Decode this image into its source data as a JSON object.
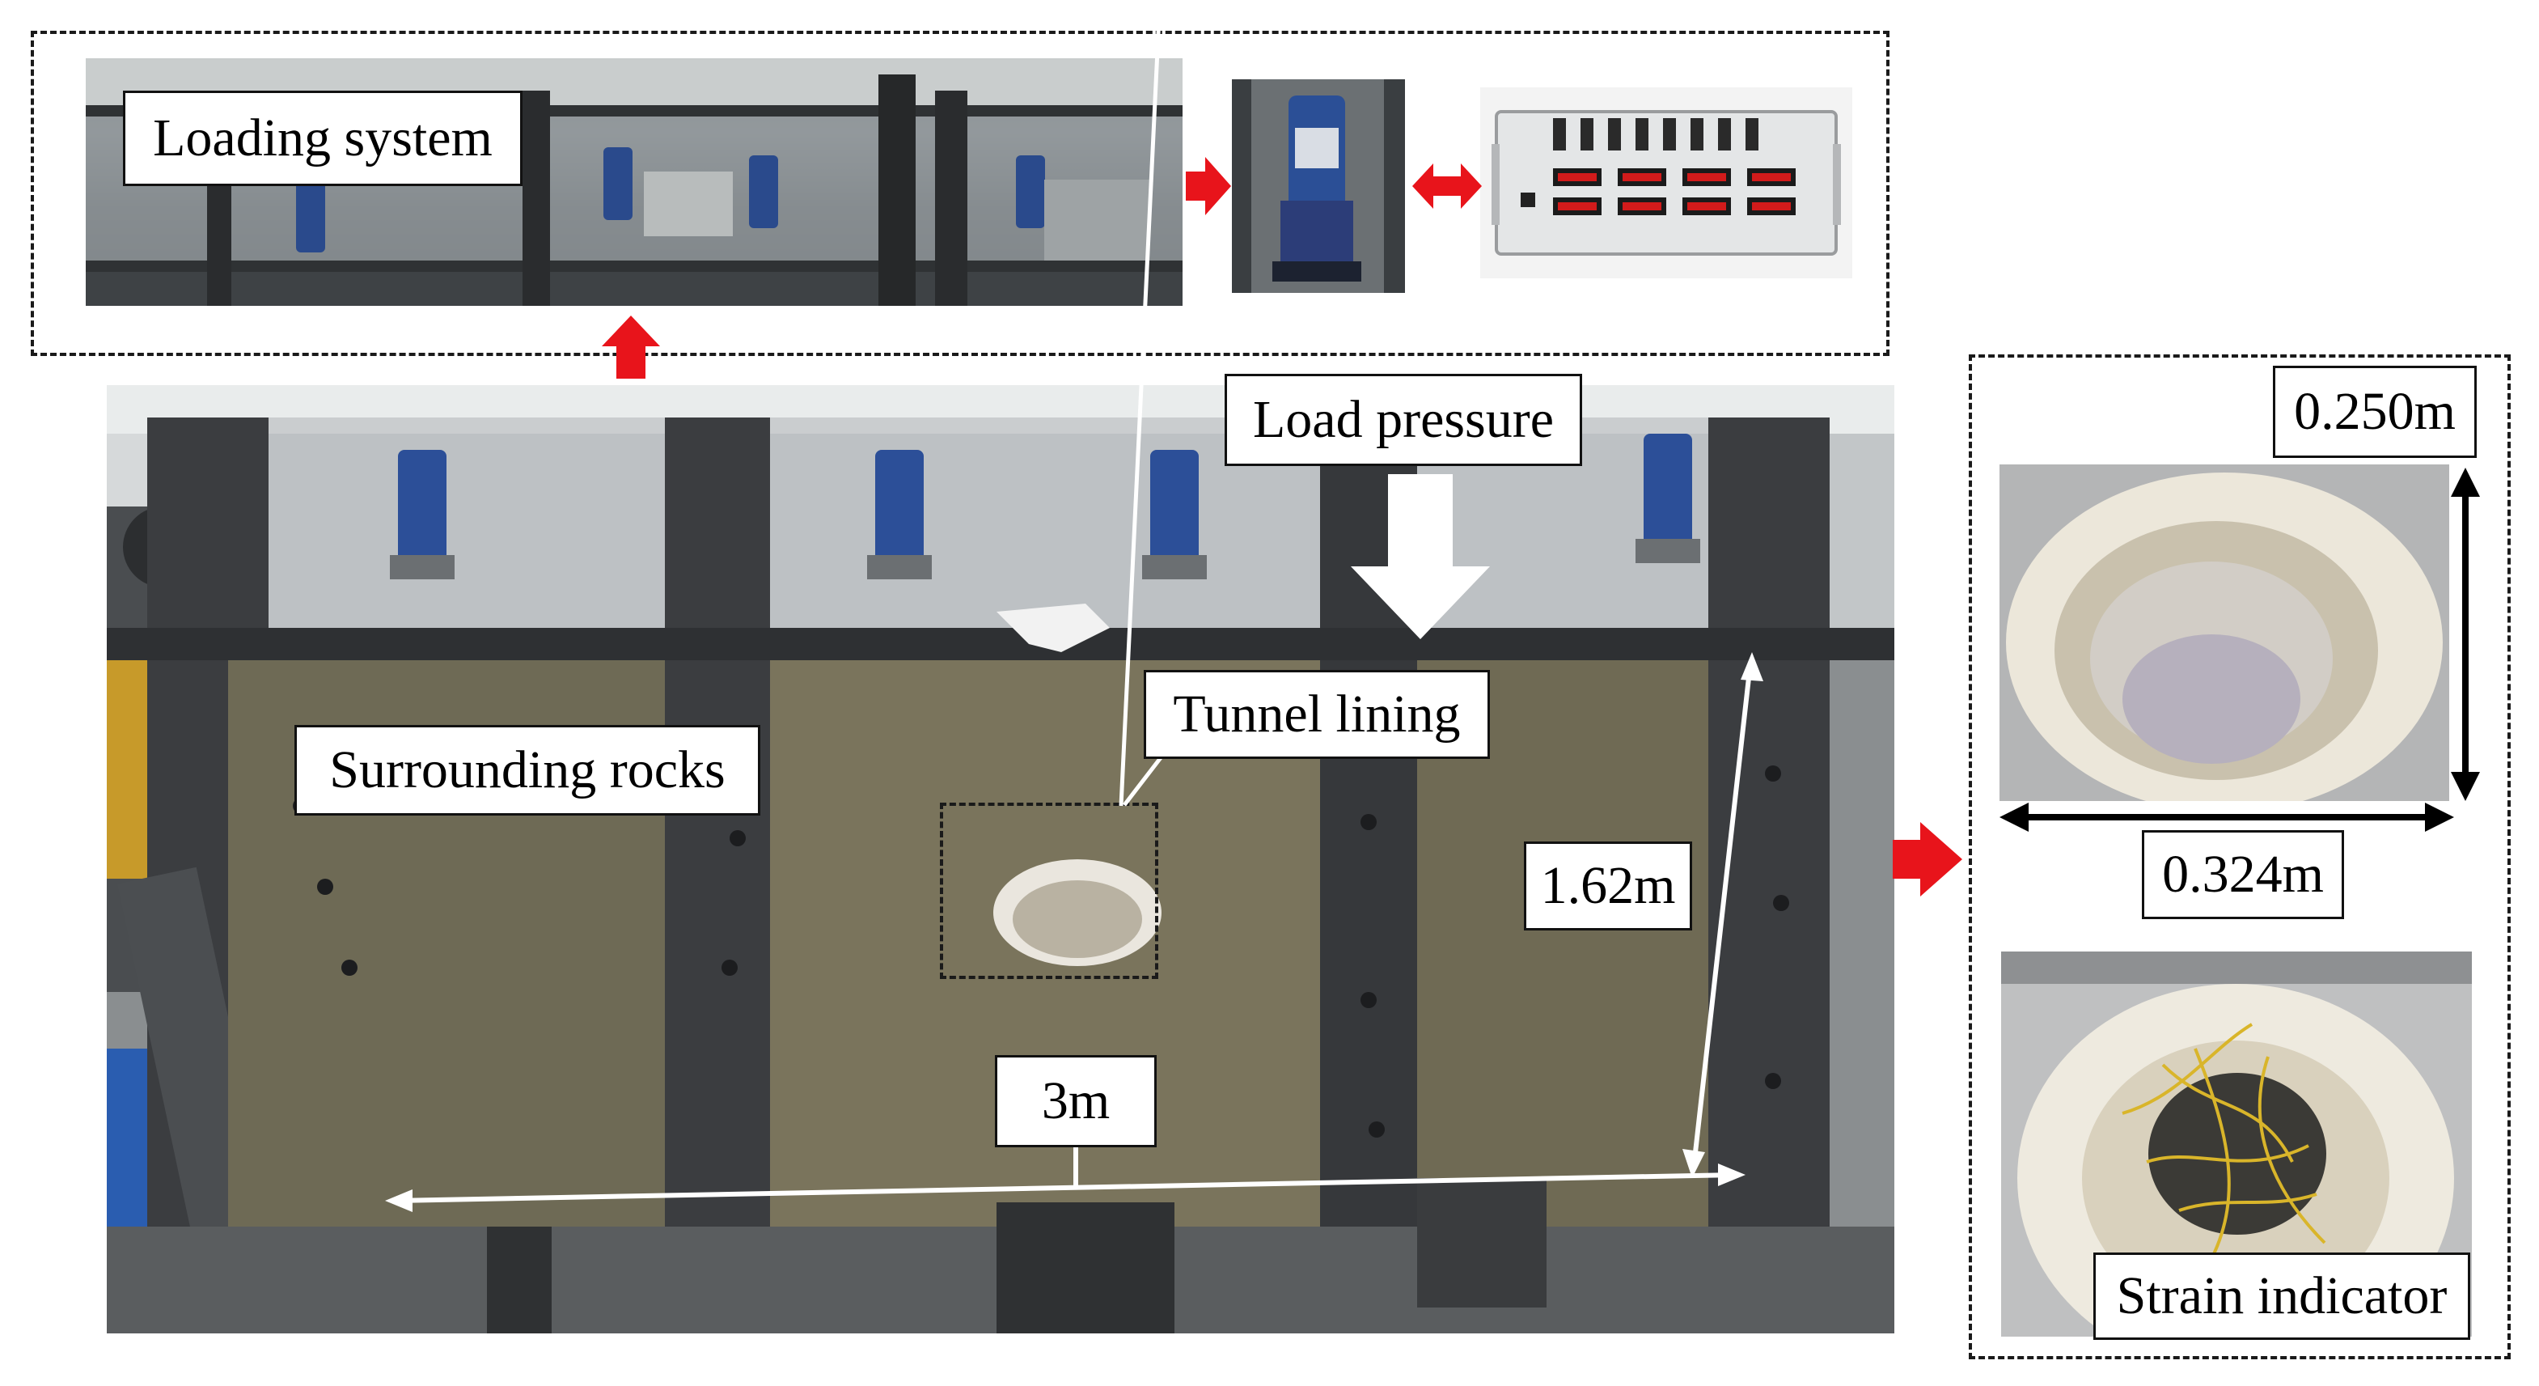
{
  "labels": {
    "loading_system": "Loading system",
    "load_pressure": "Load pressure",
    "tunnel_lining": "Tunnel lining",
    "surrounding_rocks": "Surrounding rocks",
    "height_dim": "1.62m",
    "width_dim": "3m",
    "lining_height": "0.250m",
    "lining_width": "0.324m",
    "strain_indicator": "Strain indicator"
  },
  "colors": {
    "arrow_red": "#e8141b",
    "dimension_white": "#ffffff",
    "frame_steel": "#3b3d40",
    "rock_panel": "#6e6a55",
    "dashed_border": "#1a1a1a"
  }
}
